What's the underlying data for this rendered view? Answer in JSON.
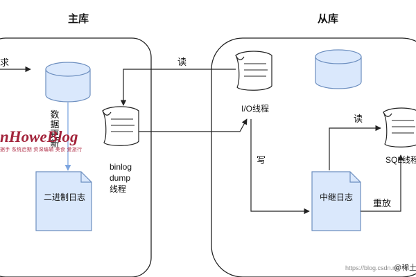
{
  "master": {
    "title": "主库",
    "left_edge_label": "求",
    "data_update_label": "数据更新",
    "binlog_doc_label": "二进制日志",
    "binlog_dump_label": [
      "binlog",
      "dump",
      "线程"
    ]
  },
  "slave": {
    "title": "从库",
    "io_thread_label": "I/O线程",
    "relay_log_label": "中继日志",
    "sql_thread_label": "SQL线程"
  },
  "edges": {
    "read_from_master": "读",
    "write_relay": "写",
    "read_relay": "读",
    "replay": "重放"
  },
  "watermark": {
    "brand": "nHoweBlog",
    "tagline": "据手 系统启期 资深编辑 美食 爱旅行",
    "credit": "https://blog.csdn.ne",
    "credit2": "@稀土"
  },
  "colors": {
    "db_fill": "#dae8fc",
    "db_stroke": "#6c8ebf",
    "arrow_blue": "#7ea6e0",
    "line": "#222222"
  }
}
